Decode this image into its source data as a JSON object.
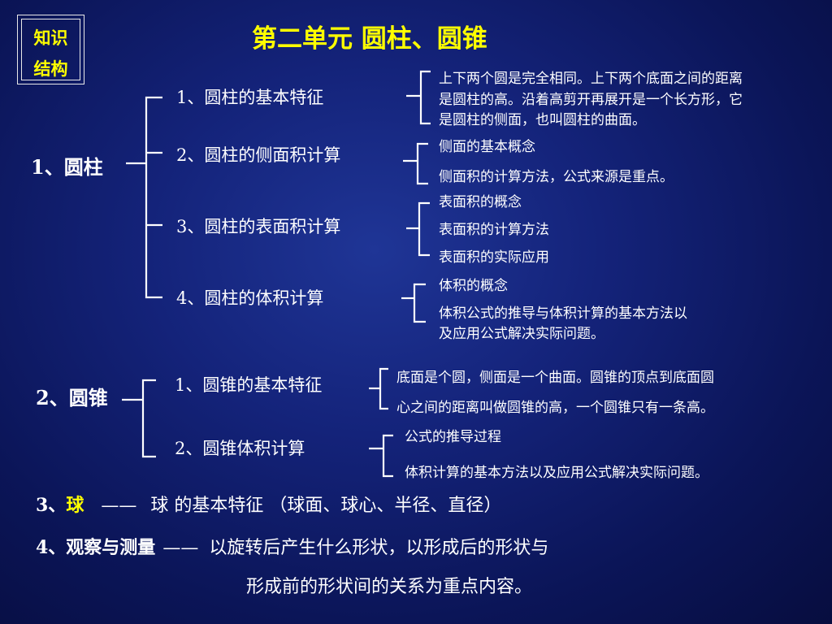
{
  "badge": {
    "line1": "知识",
    "line2": "结构"
  },
  "title": "第二单元  圆柱、圆锥",
  "cylinder": {
    "label": "1、圆柱",
    "items": [
      {
        "label": "1、圆柱的基本特征",
        "details": [
          "上下两个圆是完全相同。上下两个底面之间的距离",
          "是圆柱的高。沿着高剪开再展开是一个长方形，它",
          "是圆柱的侧面，也叫圆柱的曲面。"
        ]
      },
      {
        "label": "2、圆柱的侧面积计算",
        "details": [
          "侧面的基本概念",
          "侧面积的计算方法，公式来源是重点。"
        ]
      },
      {
        "label": "3、圆柱的表面积计算",
        "details": [
          "表面积的概念",
          "表面积的计算方法",
          "表面积的实际应用"
        ]
      },
      {
        "label": "4、圆柱的体积计算",
        "details": [
          "体积的概念",
          "体积公式的推导与体积计算的基本方法以",
          "及应用公式解决实际问题。"
        ]
      }
    ]
  },
  "cone": {
    "label": "2、圆锥",
    "items": [
      {
        "label": "1、圆锥的基本特征",
        "details": [
          "底面是个圆，侧面是一个曲面。圆锥的顶点到底面圆",
          "心之间的距离叫做圆锥的高，一个圆锥只有一条高。"
        ]
      },
      {
        "label": "2、圆锥体积计算",
        "details": [
          "公式的推导过程",
          "体积计算的基本方法以及应用公式解决实际问题。"
        ]
      }
    ]
  },
  "sphere": {
    "num": "3、",
    "name": "球",
    "dash": "——",
    "desc": "球 的基本特征 （球面、球心、半径、直径）"
  },
  "observe": {
    "label": "4、观察与测量",
    "dash": "——",
    "desc1": "以旋转后产生什么形状，以形成后的形状与",
    "desc2": "形成前的形状间的关系为重点内容。"
  }
}
